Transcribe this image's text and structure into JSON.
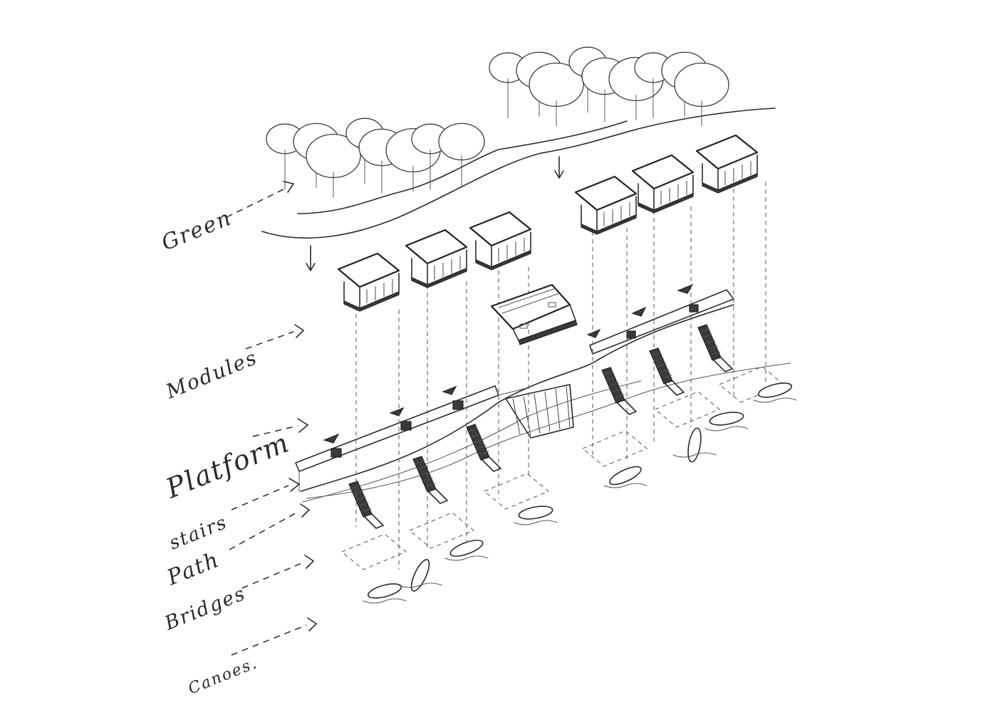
{
  "labels": {
    "green": "Green",
    "modules": "Modules",
    "platform": "Platform",
    "stairs": "stairs",
    "path": "Path",
    "bridges": "Bridges",
    "canoes": "Canoes."
  },
  "colors": {
    "paper": "#ffffff",
    "ink": "#2b2b2b"
  }
}
